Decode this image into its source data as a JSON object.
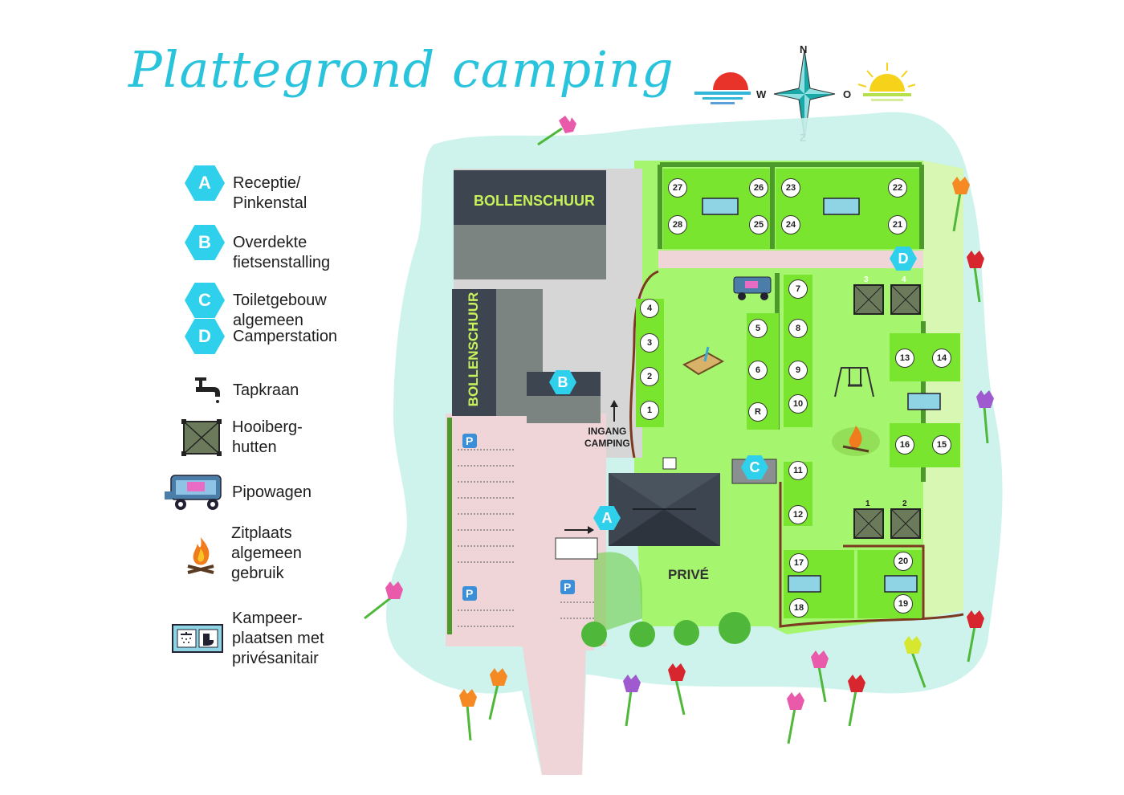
{
  "title": "Plattegrond camping",
  "compass": {
    "n": "N",
    "w": "W",
    "o": "O",
    "z": "Z"
  },
  "legend": {
    "a": {
      "letter": "A",
      "label": "Receptie/\nPinkenstal"
    },
    "b": {
      "letter": "B",
      "label": "Overdekte\nfietsenstalling"
    },
    "c": {
      "letter": "C",
      "label": "Toiletgebouw\nalgemeen"
    },
    "d": {
      "letter": "D",
      "label": "Camperstation"
    },
    "tap": {
      "label": "Tapkraan",
      "icon": "faucet-icon"
    },
    "hut": {
      "label": "Hooiberg-\nhutten",
      "icon": "hay-hut-icon"
    },
    "pipo": {
      "label": "Pipowagen",
      "icon": "pipo-wagon-icon"
    },
    "fire": {
      "label": "Zitplaats\nalgemeen\ngebruik",
      "icon": "campfire-icon"
    },
    "sanitary": {
      "label": "Kampeer-\nplaatsen met\nprivésanitair",
      "icon": "private-sanitary-icon"
    }
  },
  "map": {
    "barn_top": "BOLLENSCHUUR",
    "barn_left": "BOLLENSCHUUR",
    "entrance": "INGANG\nCAMPING",
    "private": "PRIVÉ",
    "parking": "P",
    "markers": {
      "a": "A",
      "b": "B",
      "c": "C",
      "d": "D"
    },
    "pitches": {
      "p27": "27",
      "p26": "26",
      "p28": "28",
      "p25": "25",
      "p23": "23",
      "p22": "22",
      "p24": "24",
      "p21": "21",
      "p4": "4",
      "p3": "3",
      "p2": "2",
      "p1": "1",
      "p7": "7",
      "p5": "5",
      "p8": "8",
      "p6": "6",
      "p9": "9",
      "pR": "R",
      "p10": "10",
      "p11": "11",
      "p12": "12",
      "p13": "13",
      "p14": "14",
      "p16": "16",
      "p15": "15",
      "p17": "17",
      "p18": "18",
      "p20": "20",
      "p19": "19"
    },
    "huts": {
      "h3": "3",
      "h4": "4",
      "h1": "1",
      "h2": "2"
    }
  },
  "colors": {
    "title": "#29c4dc",
    "marker": "#2fd0ec",
    "lawn": "#a6f56f",
    "pitch": "#7ae52f",
    "path": "#efd5d8",
    "building": "#3d4550"
  }
}
